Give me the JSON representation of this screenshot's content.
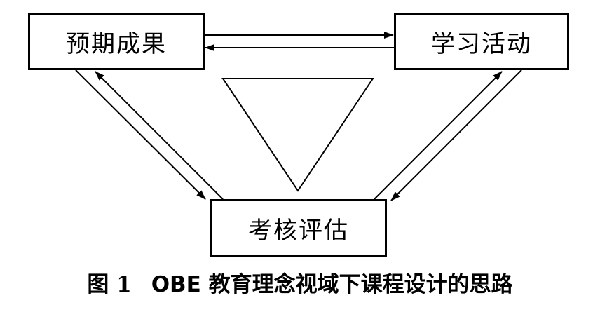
{
  "diagram": {
    "nodes": {
      "outcomes": "预期成果",
      "activities": "学习活动",
      "assessment": "考核评估"
    }
  },
  "caption": {
    "number": "图 1",
    "title": "OBE 教育理念视域下课程设计的思路"
  },
  "colors": {
    "stroke": "#000000",
    "background": "#ffffff"
  }
}
